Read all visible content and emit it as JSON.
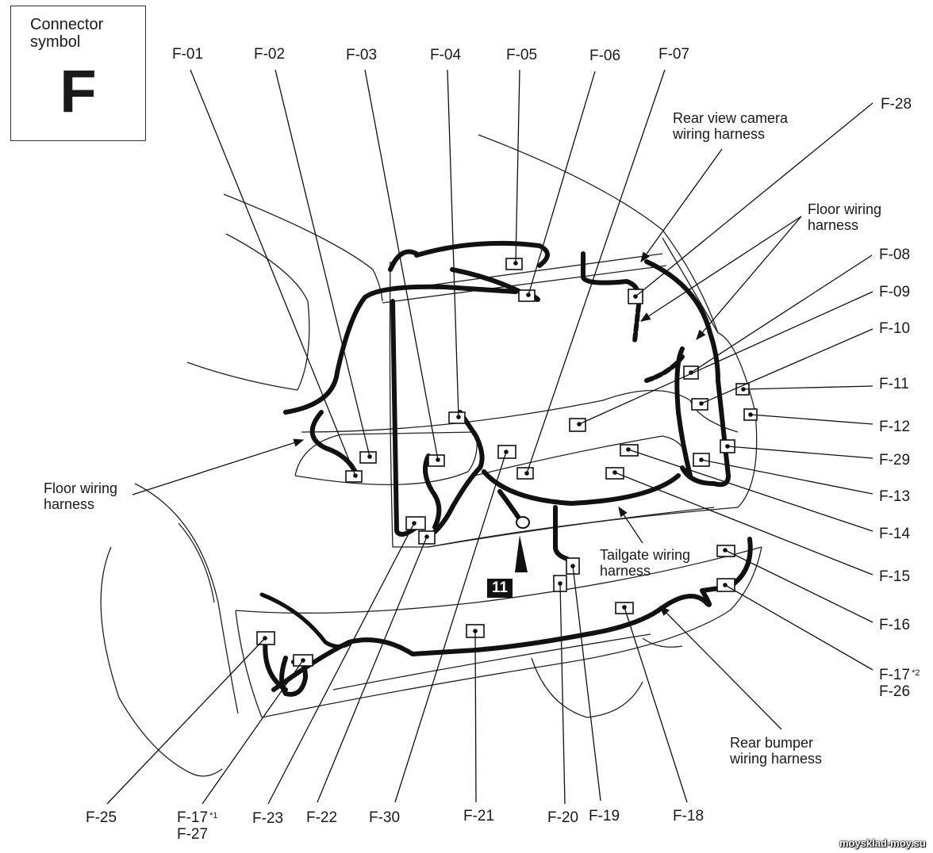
{
  "symbol": {
    "caption_line1": "Connector",
    "caption_line2": "symbol",
    "letter": "F"
  },
  "connectors": {
    "F01": "F-01",
    "F02": "F-02",
    "F03": "F-03",
    "F04": "F-04",
    "F05": "F-05",
    "F06": "F-06",
    "F07": "F-07",
    "F08": "F-08",
    "F09": "F-09",
    "F10": "F-10",
    "F11": "F-11",
    "F12": "F-12",
    "F13": "F-13",
    "F14": "F-14",
    "F15": "F-15",
    "F16": "F-16",
    "F17_2": "F-17",
    "F17_2_note": "*2",
    "F26": "F-26",
    "F17_1": "F-17",
    "F17_1_note": "*1",
    "F27": "F-27",
    "F18": "F-18",
    "F19": "F-19",
    "F20": "F-20",
    "F21": "F-21",
    "F22": "F-22",
    "F23": "F-23",
    "F25": "F-25",
    "F28": "F-28",
    "F29": "F-29",
    "F30": "F-30"
  },
  "harnesses": {
    "rear_camera_line1": "Rear view camera",
    "rear_camera_line2": "wiring harness",
    "floor_right_line1": "Floor wiring",
    "floor_right_line2": "harness",
    "floor_left_line1": "Floor wiring",
    "floor_left_line2": "harness",
    "tailgate_line1": "Tailgate wiring",
    "tailgate_line2": "harness",
    "rear_bumper_line1": "Rear bumper",
    "rear_bumper_line2": "wiring harness"
  },
  "ground_point": "11",
  "watermark": "moysklad-moy.su"
}
